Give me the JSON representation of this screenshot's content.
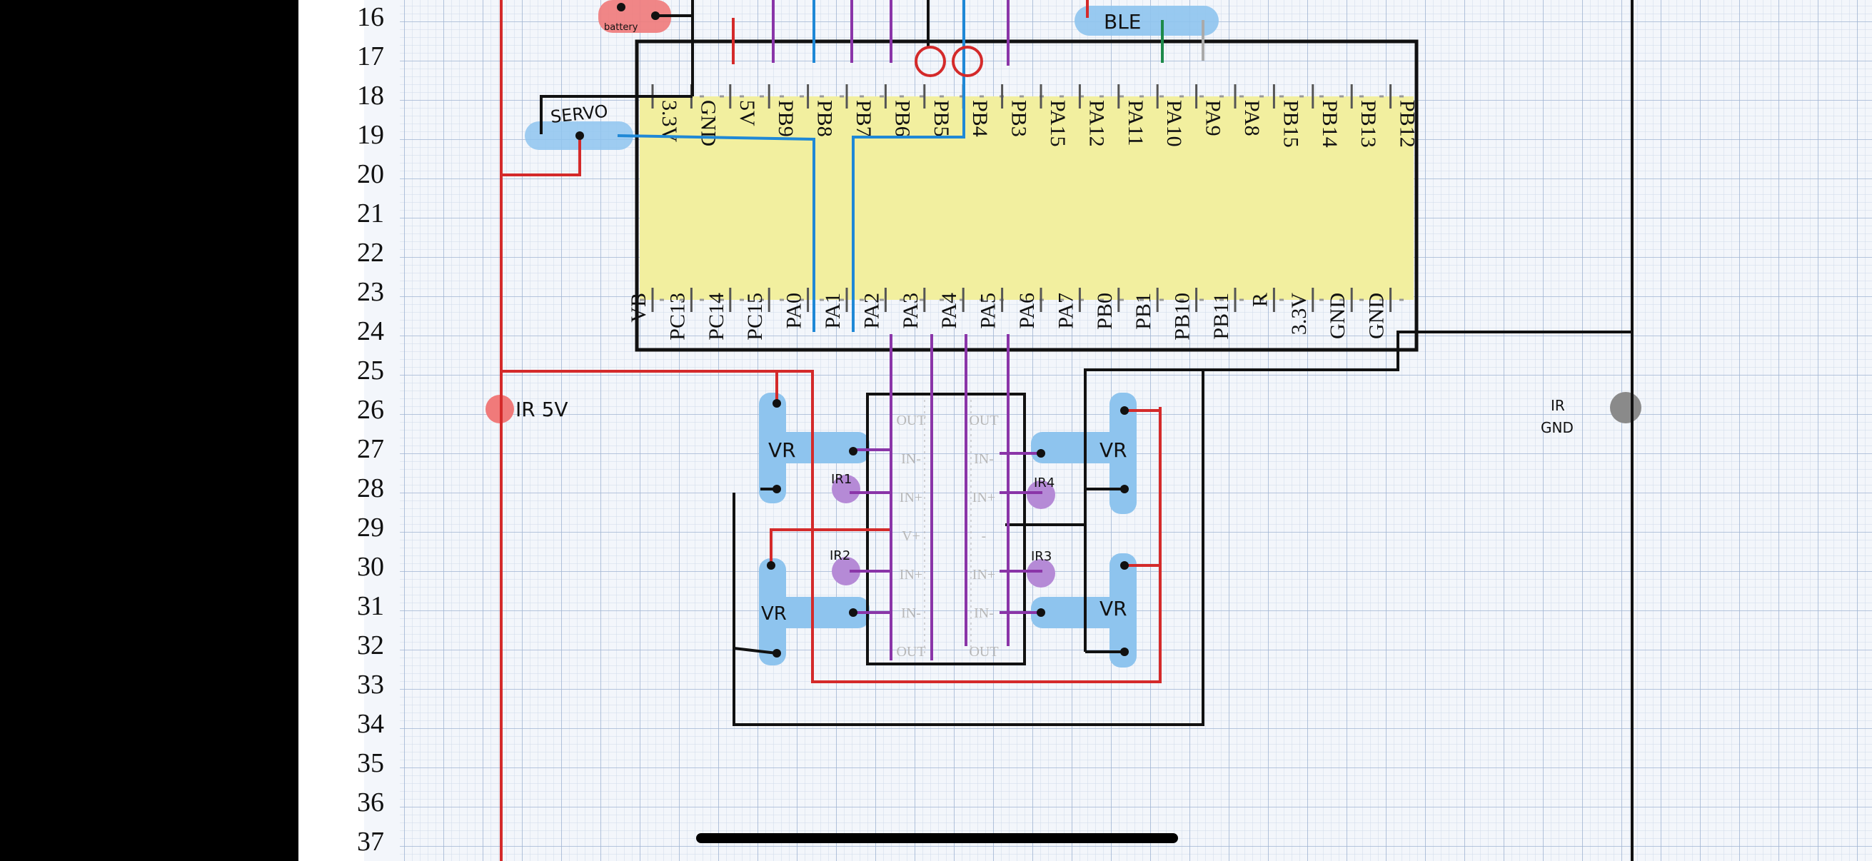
{
  "row_numbers": [
    "16",
    "17",
    "18",
    "19",
    "20",
    "21",
    "22",
    "23",
    "24",
    "25",
    "26",
    "27",
    "28",
    "29",
    "30",
    "31",
    "32",
    "33",
    "34",
    "35",
    "36",
    "37"
  ],
  "mcu": {
    "top_pins": [
      "3.3V",
      "GND",
      "5V",
      "PB9",
      "PB8",
      "PB7",
      "PB6",
      "PB5",
      "PB4",
      "PB3",
      "PA15",
      "PA12",
      "PA11",
      "PA10",
      "PA9",
      "PA8",
      "PB15",
      "PB14",
      "PB13",
      "PB12"
    ],
    "bottom_pins": [
      "VB",
      "PC13",
      "PC14",
      "PC15",
      "PA0",
      "PA1",
      "PA2",
      "PA3",
      "PA4",
      "PA5",
      "PA6",
      "PA7",
      "PB0",
      "PB1",
      "PB10",
      "PB11",
      "R",
      "3.3V",
      "GND",
      "GND"
    ]
  },
  "labels": {
    "servo": "SERVO",
    "battery": "battery",
    "ble": "BLE",
    "ir_5v": "IR 5V",
    "ir_gnd_1": "IR",
    "ir_gnd_2": "GND",
    "vr": "VR",
    "ir1": "IR1",
    "ir2": "IR2",
    "ir3": "IR3",
    "ir4": "IR4"
  },
  "comparator_pins_left": [
    "OUT",
    "IN-",
    "IN+",
    "V+",
    "IN+",
    "IN-",
    "OUT"
  ],
  "comparator_pins_right": [
    "OUT",
    "IN-",
    "IN+",
    "-",
    "IN+",
    "IN-",
    "OUT"
  ],
  "colors": {
    "grid_bg": "#f3f6fb",
    "grid_minor": "#c9d6e8",
    "grid_major": "#9fb4d2",
    "mcu_fill": "#f2ef9f",
    "wire_red": "#d42a2a",
    "wire_blue": "#1f88d6",
    "wire_purple": "#8a35a8",
    "wire_black": "#111111",
    "wire_green": "#1d8a4a",
    "highlight_blue": "#8ec4ee",
    "highlight_red": "#f07a7a",
    "ir_purple": "#b58ad6"
  }
}
